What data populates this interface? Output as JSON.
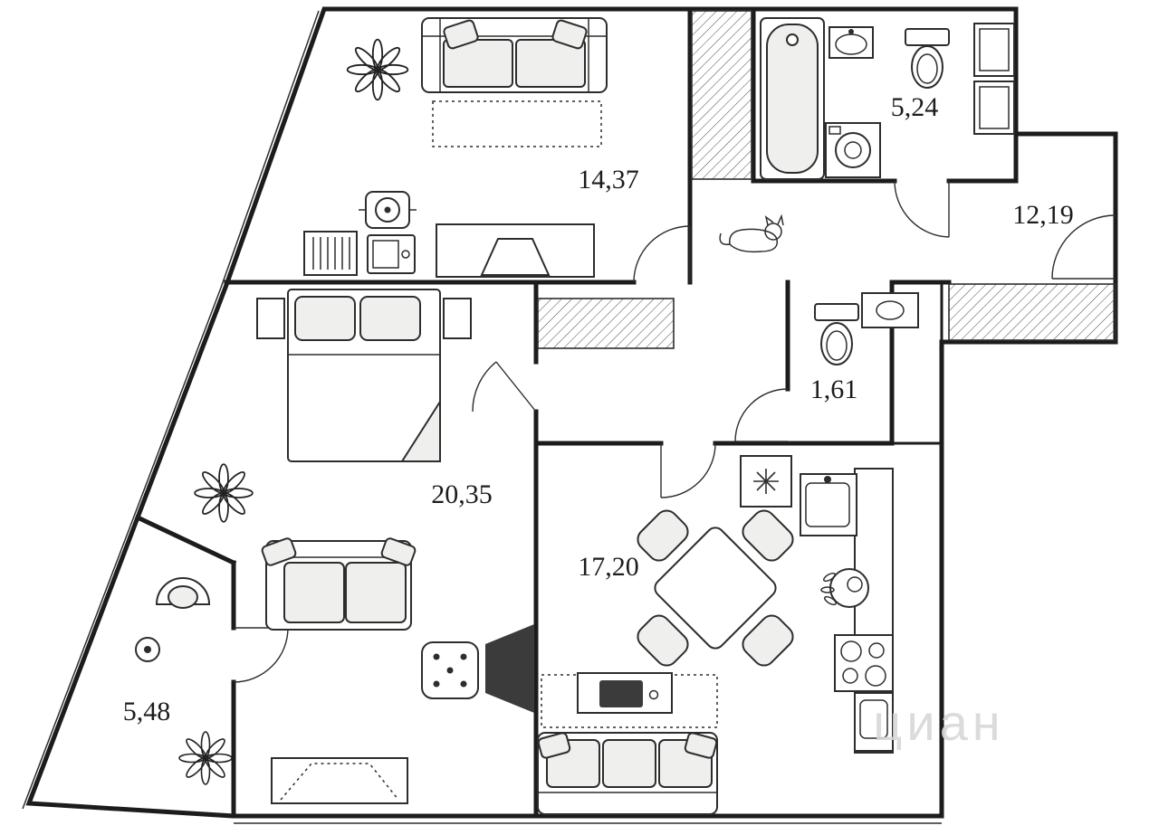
{
  "floorplan": {
    "rooms": [
      {
        "id": "living-room",
        "label": "14,37"
      },
      {
        "id": "bathroom",
        "label": "5,24"
      },
      {
        "id": "hallway",
        "label": "12,19"
      },
      {
        "id": "wc",
        "label": "1,61"
      },
      {
        "id": "bedroom",
        "label": "20,35"
      },
      {
        "id": "kitchen-living",
        "label": "17,20"
      },
      {
        "id": "balcony",
        "label": "5,48"
      }
    ],
    "watermark": "циан",
    "colors": {
      "wall": "#1c1c1c",
      "furniture": "#2d2d2d",
      "fill_light": "#efefed",
      "watermark": "#d8d8d8"
    }
  }
}
